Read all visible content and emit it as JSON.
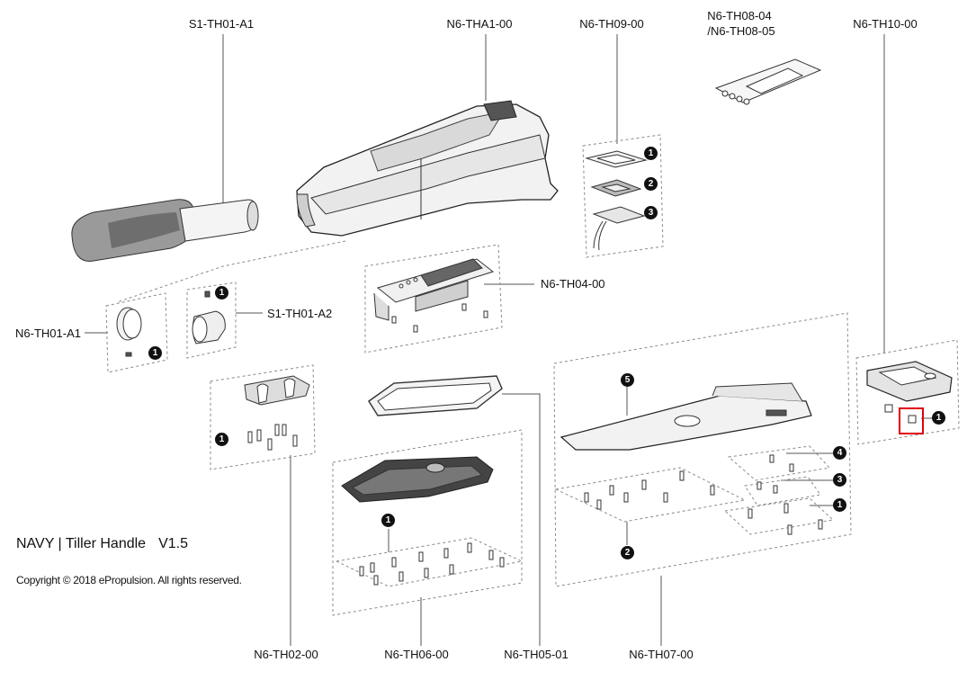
{
  "labels": {
    "s1_th01_a1": "S1-TH01-A1",
    "n6_tha1_00": "N6-THA1-00",
    "n6_th09_00": "N6-TH09-00",
    "n6_th08_04": "N6-TH08-04",
    "n6_th08_05": "/N6-TH08-05",
    "n6_th10_00": "N6-TH10-00",
    "n6_th04_00": "N6-TH04-00",
    "s1_th01_a2": "S1-TH01-A2",
    "n6_th01_a1": "N6-TH01-A1",
    "n6_th02_00": "N6-TH02-00",
    "n6_th06_00": "N6-TH06-00",
    "n6_th05_01": "N6-TH05-01",
    "n6_th07_00": "N6-TH07-00"
  },
  "callouts": {
    "one": "1",
    "two": "2",
    "three": "3",
    "four": "4",
    "five": "5"
  },
  "footer": {
    "title": "NAVY | Tiller Handle",
    "version": "V1.5",
    "copyright": "Copyright © 2018 ePropulsion. All rights reserved."
  },
  "colors": {
    "line": "#444444",
    "dash": "#8a8a8a",
    "badge": "#111111",
    "highlight": "#e0000f"
  }
}
